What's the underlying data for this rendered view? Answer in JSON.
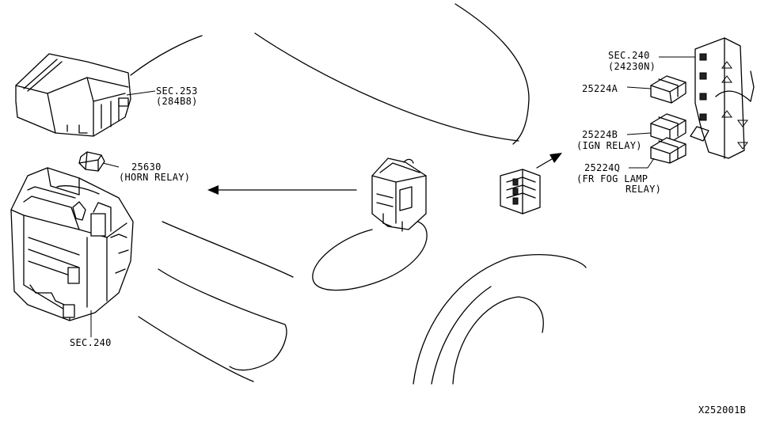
{
  "labels": {
    "sec253": "SEC.253",
    "sec253_sub": "(284B8)",
    "horn_part": "25630",
    "horn_name": "(HORN RELAY)",
    "sec240_left": "SEC.240",
    "sec240_right": "SEC.240",
    "sec240_right_sub": "(24230N)",
    "relay_a": "25224A",
    "relay_b": "25224B",
    "relay_b_name": "(IGN RELAY)",
    "relay_q": "25224Q",
    "relay_q_name1": "(FR FOG LAMP",
    "relay_q_name2": "RELAY)",
    "diagram_id": "X252001B"
  }
}
